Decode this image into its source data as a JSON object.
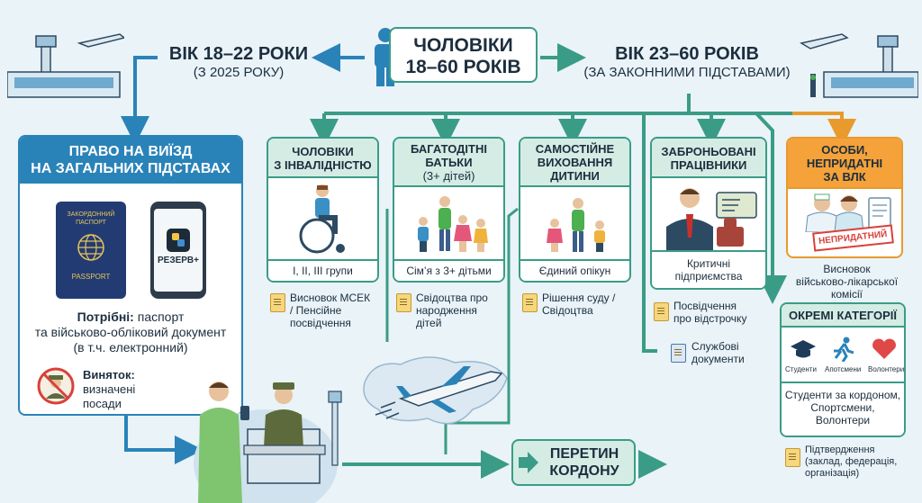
{
  "center": {
    "line1": "ЧОЛОВІКИ",
    "line2": "18–60 РОКІВ"
  },
  "left_age": {
    "title": "ВІК 18–22 РОКИ",
    "sub": "(З 2025 РОКУ)"
  },
  "right_age": {
    "title": "ВІК 23–60 РОКІВ",
    "sub": "(ЗА ЗАКОННИМИ ПІДСТАВАМИ)"
  },
  "general": {
    "title_line1": "ПРАВО НА ВИЇЗД",
    "title_line2": "НА ЗАГАЛЬНИХ ПІДСТАВАХ",
    "passport_top1": "ЗАКОРДОННИЙ",
    "passport_top2": "ПАСПОРТ",
    "passport_bottom": "PASSPORT",
    "app_label": "РЕЗЕРВ+",
    "needed_label": "Потрібні:",
    "needed_l1": " паспорт",
    "needed_l2": "та військово-обліковий документ",
    "needed_l3": "(в т.ч. електронний)",
    "exception_label": "Виняток:",
    "exception_l1": "визначені",
    "exception_l2": "посади"
  },
  "categories": [
    {
      "title_l1": "ЧОЛОВІКИ",
      "title_l2": "З ІНВАЛІДНІСТЮ",
      "title_l3": "",
      "footer": "I, II, III групи",
      "doc_l1": "Висновок МСЕК",
      "doc_l2": "/ Пенсійне",
      "doc_l3": "посвідчення"
    },
    {
      "title_l1": "БАГАТОДІТНІ",
      "title_l2": "БАТЬКИ",
      "title_l3": "(3+ дітей)",
      "footer": "Сім’я з 3+ дітьми",
      "doc_l1": "Свідоцтва про",
      "doc_l2": "народження",
      "doc_l3": "дітей"
    },
    {
      "title_l1": "САМОСТІЙНЕ",
      "title_l2": "ВИХОВАННЯ",
      "title_l3": "ДИТИНИ",
      "footer": "Єдиний опікун",
      "doc_l1": "Рішення суду /",
      "doc_l2": "Свідоцтва",
      "doc_l3": ""
    },
    {
      "title_l1": "ЗАБРОНЬОВАНІ",
      "title_l2": "ПРАЦІВНИКИ",
      "title_l3": "",
      "footer_l1": "Критичні",
      "footer_l2": "підприємства",
      "doc_l1": "Посвідчення",
      "doc_l2": "про відстрочку",
      "doc2_l1": "Службові",
      "doc2_l2": "документи"
    }
  ],
  "unfit": {
    "title_l1": "ОСОБИ,",
    "title_l2": "НЕПРИДАТНІ",
    "title_l3": "ЗА ВЛК",
    "stamp": "НЕПРИДАТНИЙ",
    "desc_l1": "Висновок",
    "desc_l2": "військово-лікарської",
    "desc_l3": "комісії"
  },
  "special": {
    "title": "ОКРЕМІ КАТЕГОРІЇ",
    "icon1": "Студенти",
    "icon2": "Апотсмени",
    "icon3": "Волонтери",
    "footer_l1": "Студенти за кордоном,",
    "footer_l2": "Спортсмени,",
    "footer_l3": "Волонтери",
    "doc_l1": "Підтвердження",
    "doc_l2": "(заклад, федерація,",
    "doc_l3": "організація)"
  },
  "border": {
    "l1": "ПЕРЕТИН",
    "l2": "КОРДОНУ"
  },
  "colors": {
    "teal": "#3a9c86",
    "blue": "#2a83b8",
    "orange": "#e89a2c",
    "navy": "#1c2e3e"
  }
}
